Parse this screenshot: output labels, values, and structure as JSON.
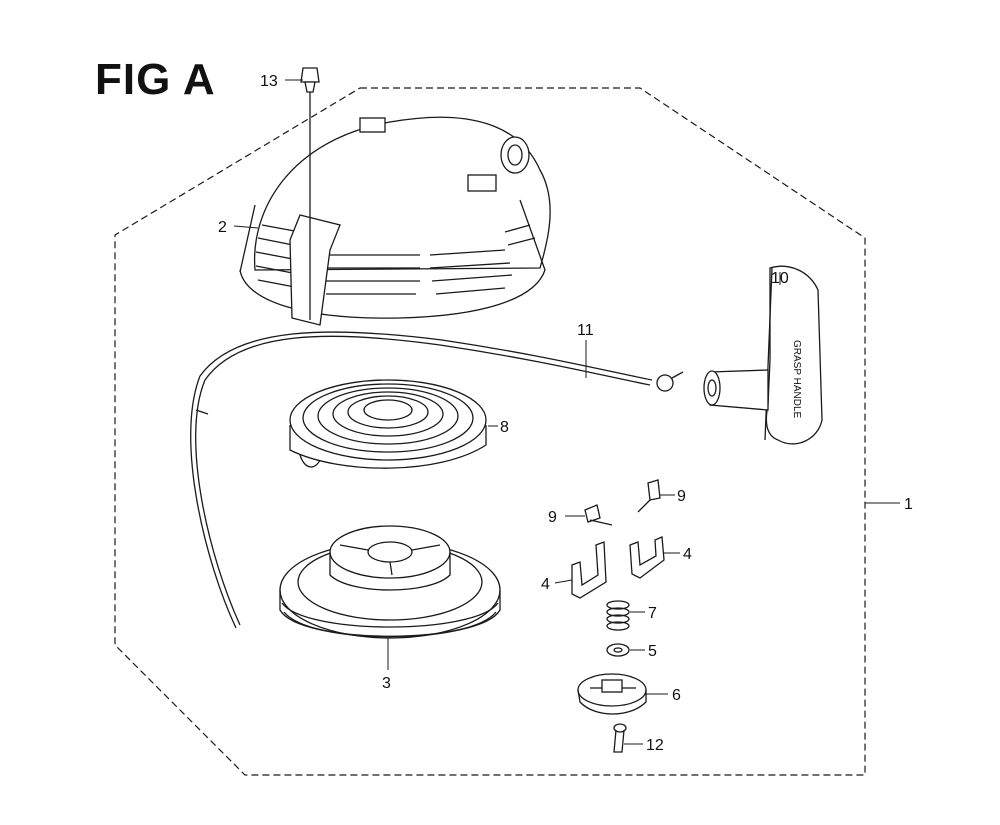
{
  "figure": {
    "title": "FIG A"
  },
  "callouts": [
    {
      "id": "13",
      "text": "13"
    },
    {
      "id": "2",
      "text": "2"
    },
    {
      "id": "11",
      "text": "11"
    },
    {
      "id": "10",
      "text": "10"
    },
    {
      "id": "8",
      "text": "8"
    },
    {
      "id": "9a",
      "text": "9"
    },
    {
      "id": "9b",
      "text": "9"
    },
    {
      "id": "1",
      "text": "1"
    },
    {
      "id": "4a",
      "text": "4"
    },
    {
      "id": "4b",
      "text": "4"
    },
    {
      "id": "7",
      "text": "7"
    },
    {
      "id": "5",
      "text": "5"
    },
    {
      "id": "3",
      "text": "3"
    },
    {
      "id": "6",
      "text": "6"
    },
    {
      "id": "12",
      "text": "12"
    }
  ],
  "handle_imprint": "GRASP HANDLE",
  "colors": {
    "ink": "#1a1a1a",
    "background": "#ffffff"
  }
}
